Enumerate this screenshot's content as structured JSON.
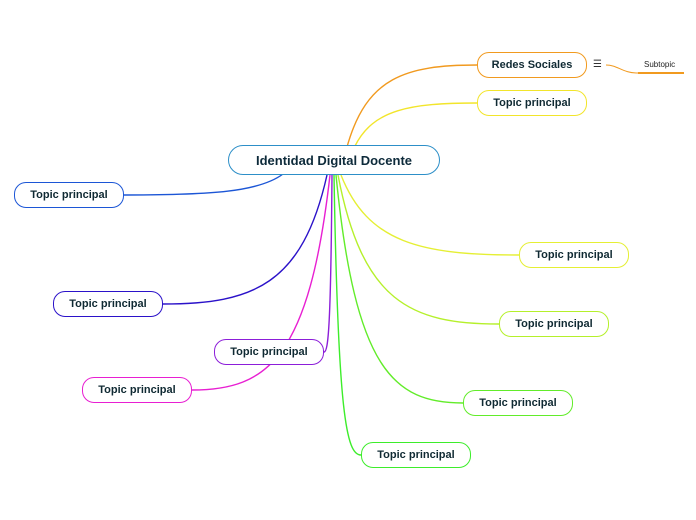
{
  "mindmap": {
    "central": {
      "label": "Identidad Digital Docente",
      "color": "#2d8fc8"
    },
    "topics": [
      {
        "id": "redes-sociales",
        "label": "Redes Sociales",
        "color": "#f19a1f",
        "has_notes": true,
        "subtopics": [
          "Subtopic"
        ]
      },
      {
        "id": "topic-1",
        "label": "Topic principal",
        "color": "#f2e52b"
      },
      {
        "id": "topic-2",
        "label": "Topic principal",
        "color": "#e5ef34"
      },
      {
        "id": "topic-3",
        "label": "Topic principal",
        "color": "#b5f02b"
      },
      {
        "id": "topic-4",
        "label": "Topic principal",
        "color": "#62ec2a"
      },
      {
        "id": "topic-5",
        "label": "Topic principal",
        "color": "#3ded2b"
      },
      {
        "id": "topic-6",
        "label": "Topic principal",
        "color": "#8c1ed9"
      },
      {
        "id": "topic-7",
        "label": "Topic principal",
        "color": "#e81fd2"
      },
      {
        "id": "topic-8",
        "label": "Topic principal",
        "color": "#2b12c9"
      },
      {
        "id": "topic-9",
        "label": "Topic principal",
        "color": "#1c56d6"
      }
    ],
    "notes_icon": "notes-icon",
    "subtopic_color": "#f19a1f"
  }
}
